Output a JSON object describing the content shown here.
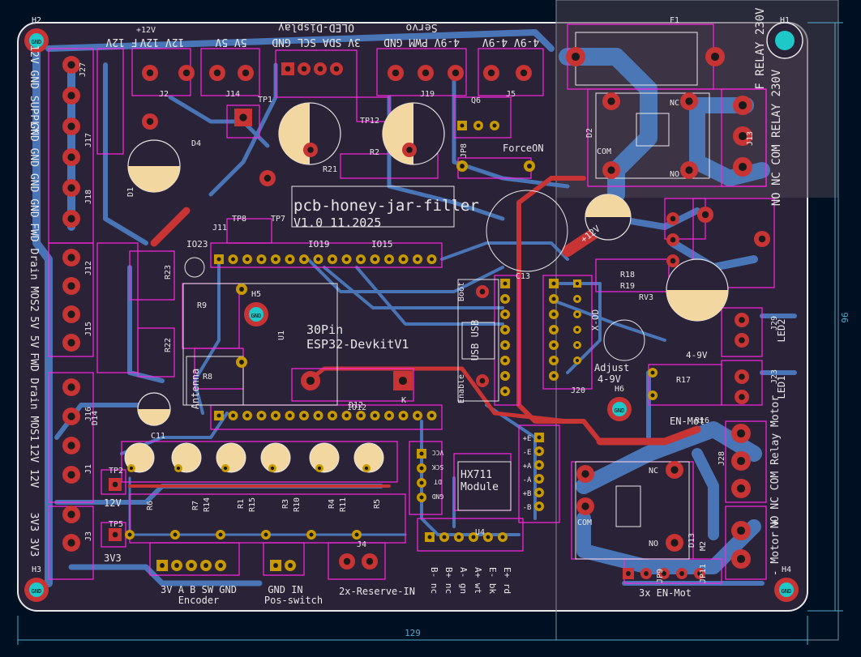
{
  "board": {
    "title": "pcb-honey-jar-filler",
    "version": "V1.0   11.2025",
    "dim_width": "129",
    "dim_height": "96"
  },
  "colors": {
    "background": "#001023",
    "board": "#2a2237",
    "copper_bottom": "#4d7fc4",
    "copper_top": "#c83434",
    "courtyard": "#ff26e2",
    "silkscreen": "#e7e7e7",
    "pad_gold": "#c89a00",
    "pad_red": "#c83434",
    "hole": "#1ec8c8",
    "capacitor": "#f2d7a0",
    "dimension": "#52aac8"
  },
  "holes": [
    {
      "ref": "H1",
      "gnd": ""
    },
    {
      "ref": "H2",
      "gnd": "GND"
    },
    {
      "ref": "H3",
      "gnd": "GND"
    },
    {
      "ref": "H4",
      "gnd": "GND"
    },
    {
      "ref": "H5",
      "gnd": "GND"
    },
    {
      "ref": "H6",
      "gnd": "GND"
    }
  ],
  "top_header_labels": {
    "f12v": "F 12V",
    "v12_a": "12V 12V",
    "v5": "5V 5V",
    "oled_title": "OLED-Display",
    "oled_pins": "3V SDA SCL GND",
    "servo_title": "Servo",
    "servo_pins": "4-9V PWM GND",
    "v49": "4-9V 4-9V",
    "plus12v": "+12V"
  },
  "left_labels": {
    "supply": "12V GND SUPPLY",
    "gnd_block": "GND GND GND GND",
    "mos2": "FWD Drain MOS2",
    "v5v5": "5V 5V",
    "mos1": "FWD Drain MOS1",
    "v12v12": "12V 12V",
    "v3v3": "3V3 3V3"
  },
  "relay": {
    "fuse": "F1",
    "label_top": "F RELAY 230V",
    "label_bottom": "NO NC COM RELAY 230V",
    "nc": "NC",
    "com": "COM",
    "no": "NO"
  },
  "motor_relay": {
    "label": "NO NC COM Relay Motor",
    "motor": "- Motor +",
    "en_mot": "3x EN-Mot",
    "en_mot_top": "EN-Mot",
    "nc": "NC",
    "com": "COM",
    "no": "NO"
  },
  "esp": {
    "footprint": "30Pin",
    "module": "ESP32-DevkitV1",
    "u": "U1",
    "usb": "USB USB",
    "boot": "Boot",
    "enable": "Enable",
    "antenna": "Antenna",
    "io23": "IO23",
    "io19": "IO19",
    "io15": "IO15",
    "io12": "IO12"
  },
  "hx711": {
    "module": "HX711 Module",
    "pins_left": [
      "VCC",
      "SCK",
      "DT",
      "GND"
    ],
    "pins_right": [
      "+E",
      "-E",
      "+A",
      "-A",
      "+B",
      "-B"
    ],
    "wires": [
      "B- nc",
      "B+ nc",
      "A- gn",
      "A+ wt",
      "E- bk",
      "E+ rd"
    ]
  },
  "bottom_labels": {
    "encoder_pins": "3V A B SW GND",
    "encoder": "Encoder",
    "pos_pins": "GND IN",
    "pos_switch": "Pos-switch",
    "reserve": "2x-Reserve-IN",
    "v12": "12V",
    "v3v3": "3V3"
  },
  "right_labels": {
    "led2": "LED2",
    "led1": "LED1",
    "adjust": "Adjust 4-9V",
    "xod": "X-OD",
    "v49": "4-9V",
    "plus12v": "+12V",
    "forceon": "ForceON",
    "plus_minus": "+ -"
  },
  "refs": {
    "j27": "J27",
    "j2": "J2",
    "j14": "J14",
    "j19": "J19",
    "j5": "J5",
    "j17": "J17",
    "j18": "J18",
    "j12": "J12",
    "j15": "J15",
    "j16": "J16",
    "j1": "J1",
    "j3": "J3",
    "j4": "J4",
    "j11": "J11",
    "j13": "J13",
    "j20": "J20",
    "j23": "J23",
    "j28": "J28",
    "j29": "J29",
    "d1": "D1",
    "d2": "D2",
    "d4": "D4",
    "d12": "D12",
    "d13": "D13",
    "d14": "D14",
    "q6": "Q6",
    "r2": "R2",
    "r21": "R21",
    "r22": "R22",
    "r23": "R23",
    "r9": "R9",
    "r8": "R8",
    "r16": "R16",
    "r17": "R17",
    "r18": "R18",
    "r19": "R19",
    "rv3": "RV3",
    "r6": "R6",
    "r7": "R7",
    "r14": "R14",
    "r1": "R1",
    "r15": "R15",
    "r3": "R3",
    "r10": "R10",
    "r4": "R4",
    "r11": "R11",
    "r5": "R5",
    "c11": "C11",
    "c13": "C13",
    "tp1": "TP1",
    "tp2": "TP2",
    "tp5": "TP5",
    "tp7": "TP7",
    "tp8": "TP8",
    "tp12": "TP12",
    "u4": "U4",
    "jp8": "JP8",
    "jp9": "JP9",
    "jp11": "JP11",
    "m2": "M2",
    "k": "K"
  }
}
